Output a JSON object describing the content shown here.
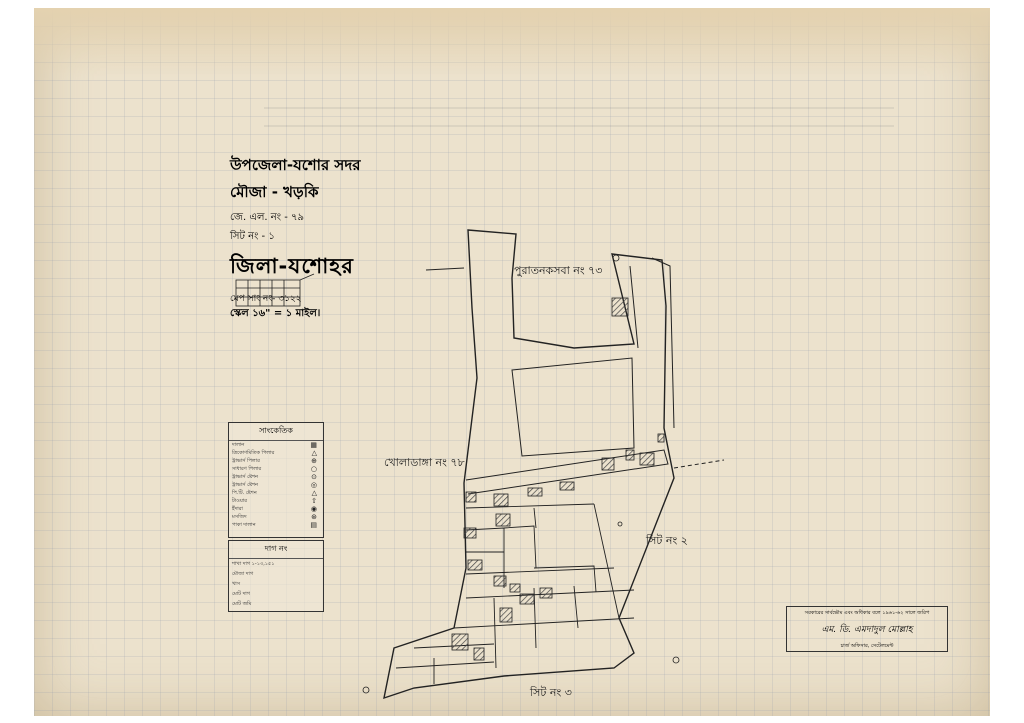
{
  "header": {
    "upazila": "উপজেলা-যশোর সদর",
    "mouza": "মৌজা - খড়কি",
    "jl_no": "জে. এল. নং - ৭৯",
    "sheet_no": "সিট নং - ১",
    "district": "জিলা-যশোহর",
    "survey_no": "মেপ সাং নং- ৩১২২",
    "scale": "স্কেল ১৬\" = ১ মাইল।"
  },
  "legend": {
    "title": "সাংকেতিক",
    "items": [
      {
        "label": "দালান",
        "symbol": "▦"
      },
      {
        "label": "ত্রিকোণমিতিক পিলার",
        "symbol": "△"
      },
      {
        "label": "ট্রাভার্স পিলার",
        "symbol": "⊕"
      },
      {
        "label": "সাধারণ পিলার",
        "symbol": "○"
      },
      {
        "label": "ট্রাভার্স ষ্টেশন",
        "symbol": "⊙"
      },
      {
        "label": "ট্রাভার্স ষ্টেশন",
        "symbol": "◎"
      },
      {
        "label": "পি.টি. ষ্টেশন",
        "symbol": "△"
      },
      {
        "label": "টাওয়ার",
        "symbol": "⇧"
      },
      {
        "label": "ইঁদারা",
        "symbol": "◉"
      },
      {
        "label": "মসজিদ",
        "symbol": "⊛"
      },
      {
        "label": "পাকা দালান",
        "symbol": "▤"
      }
    ]
  },
  "stats": {
    "title": "দাগ নং",
    "rows": [
      "শাখা দাগ ১-১৩,১৫১",
      "মৌজা দাগ",
      "খাস",
      "মোট দাগ",
      "মোট জমি"
    ]
  },
  "map_labels": {
    "north_area": "পুরাতনকসবা নং ৭৩",
    "west_area": "খোলাডাঙ্গা নং ৭৮",
    "east_sheet": "সিট নং ২",
    "south_sheet": "সিট নং ৩"
  },
  "signature": {
    "line1": "সরকারের সার্বভৌম এবং অধিকার বলে ১৯৬১-৬২ সালে জরিপ",
    "line2": "এম. ডি. এমদাদুল মোল্লাহ",
    "line3": "চার্জ অফিসার, সেটেলমেন্ট"
  },
  "colors": {
    "paper": "#ece2cd",
    "ink": "#1a1a1a",
    "hatch": "#555555"
  }
}
